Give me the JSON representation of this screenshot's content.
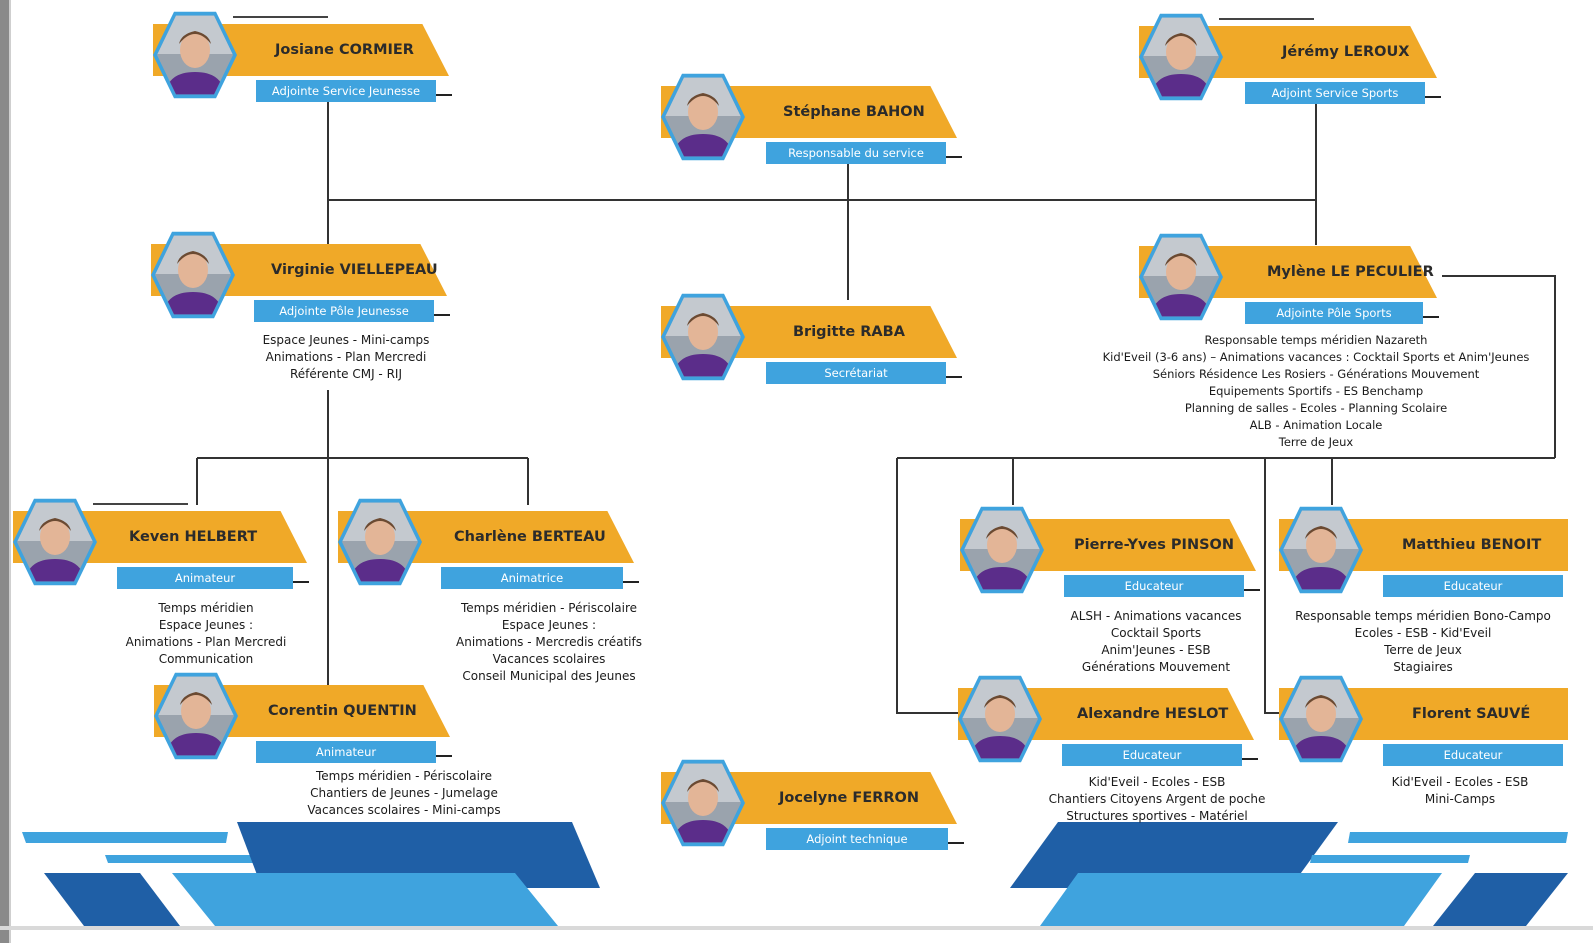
{
  "colors": {
    "orange": "#f0a928",
    "blue": "#3fa3de",
    "dark_blue": "#1f5fa6",
    "line": "#333333"
  },
  "people": {
    "cormier": {
      "name": "Josiane CORMIER",
      "role": "Adjointe Service Jeunesse"
    },
    "bahon": {
      "name": "Stéphane BAHON",
      "role": "Responsable du service"
    },
    "leroux": {
      "name": "Jérémy LEROUX",
      "role": "Adjoint Service Sports"
    },
    "viellepeau": {
      "name": "Virginie VIELLEPEAU",
      "role": "Adjointe Pôle Jeunesse",
      "tasks": [
        "Espace Jeunes - Mini-camps",
        "Animations  - Plan Mercredi",
        "Référente CMJ - RIJ"
      ]
    },
    "raba": {
      "name": "Brigitte RABA",
      "role": "Secrétariat"
    },
    "lepeculier": {
      "name": "Mylène LE PECULIER",
      "role": "Adjointe Pôle Sports",
      "tasks": [
        "Responsable temps méridien Nazareth",
        "Kid'Eveil (3-6 ans) – Animations vacances : Cocktail Sports et Anim'Jeunes",
        "Séniors Résidence Les Rosiers - Générations Mouvement",
        "Equipements Sportifs - ES Benchamp",
        "Planning de salles - Ecoles - Planning Scolaire",
        "ALB - Animation Locale",
        "Terre de Jeux"
      ]
    },
    "helbert": {
      "name": "Keven HELBERT",
      "role": "Animateur",
      "tasks": [
        "Temps méridien",
        "Espace Jeunes :",
        "Animations - Plan Mercredi",
        "Communication"
      ]
    },
    "berteau": {
      "name": "Charlène BERTEAU",
      "role": "Animatrice",
      "tasks": [
        "Temps méridien - Périscolaire",
        "Espace Jeunes :",
        "Animations - Mercredis créatifs",
        "Vacances scolaires",
        "Conseil Municipal des Jeunes"
      ]
    },
    "quentin": {
      "name": "Corentin  QUENTIN",
      "role": "Animateur",
      "tasks": [
        "Temps méridien - Périscolaire",
        "Chantiers de Jeunes - Jumelage",
        "Vacances scolaires - Mini-camps"
      ]
    },
    "ferron": {
      "name": "Jocelyne FERRON",
      "role": "Adjoint technique"
    },
    "pinson": {
      "name": "Pierre-Yves PINSON",
      "role": "Educateur",
      "tasks": [
        "ALSH - Animations vacances",
        "Cocktail Sports",
        "Anim'Jeunes - ESB",
        "Générations Mouvement"
      ]
    },
    "benoit": {
      "name": "Matthieu BENOIT",
      "role": "Educateur",
      "tasks": [
        "Responsable temps méridien Bono-Campo",
        "Ecoles - ESB - Kid'Eveil",
        "Terre de Jeux",
        "Stagiaires"
      ]
    },
    "heslot": {
      "name": "Alexandre HESLOT",
      "role": "Educateur",
      "tasks": [
        "Kid'Eveil - Ecoles - ESB",
        "Chantiers Citoyens Argent de poche",
        "Structures sportives - Matériel"
      ]
    },
    "sauve": {
      "name": "Florent SAUVÉ",
      "role": "Educateur",
      "tasks": [
        "Kid'Eveil - Ecoles - ESB",
        "Mini-Camps"
      ]
    }
  }
}
